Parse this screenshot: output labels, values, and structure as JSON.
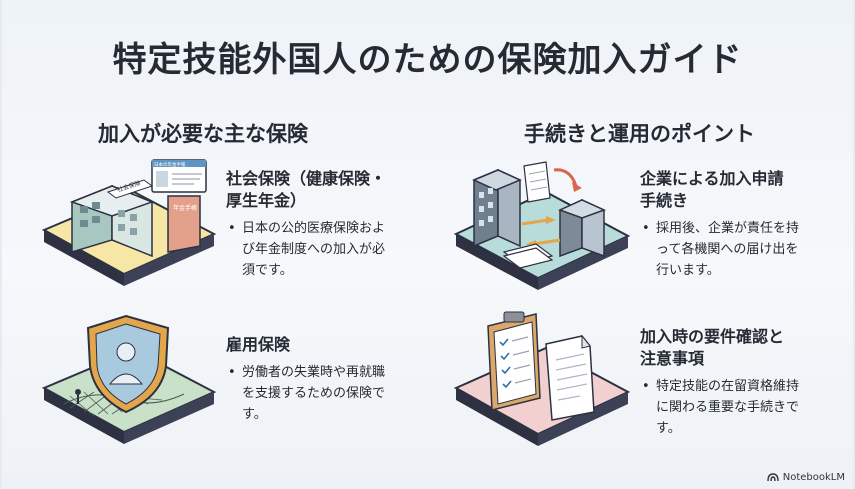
{
  "title": "特定技能外国人のための保険加入ガイド",
  "left_section": "加入が必要な主な保険",
  "right_section": "手続きと運用のポイント",
  "cards": [
    {
      "title_line1": "社会保険（健康保険・",
      "title_line2": "厚生年金）",
      "bullet_lines": [
        "日本の公的医療保険およ",
        "び年金制度への加入が必",
        "須です。"
      ]
    },
    {
      "title_line1": "雇用保険",
      "title_line2": "",
      "bullet_lines": [
        "労働者の失業時や再就職",
        "を支援するための保険で",
        "す。"
      ]
    },
    {
      "title_line1": "企業による加入申請",
      "title_line2": "手続き",
      "bullet_lines": [
        "採用後、企業が責任を持",
        "って各機関への届け出を",
        "行います。"
      ]
    },
    {
      "title_line1": "加入時の要件確認と",
      "title_line2": "注意事項",
      "bullet_lines": [
        "特定技能の在留資格維持",
        "に関わる重要な手続きで",
        "す。"
      ]
    }
  ],
  "illustration_text": {
    "building_sign": "社会保険",
    "card_label": "日本の年金手帳",
    "pension_book": "年金手帳"
  },
  "bullet_symbol": "•",
  "brand": "NotebookLM",
  "colors": {
    "text": "#262a33",
    "yellow": "#f6e7a6",
    "teal": "#b8dcd9",
    "green": "#c9e1c8",
    "pink": "#f1d0cf",
    "shield": "#e3a64a"
  }
}
